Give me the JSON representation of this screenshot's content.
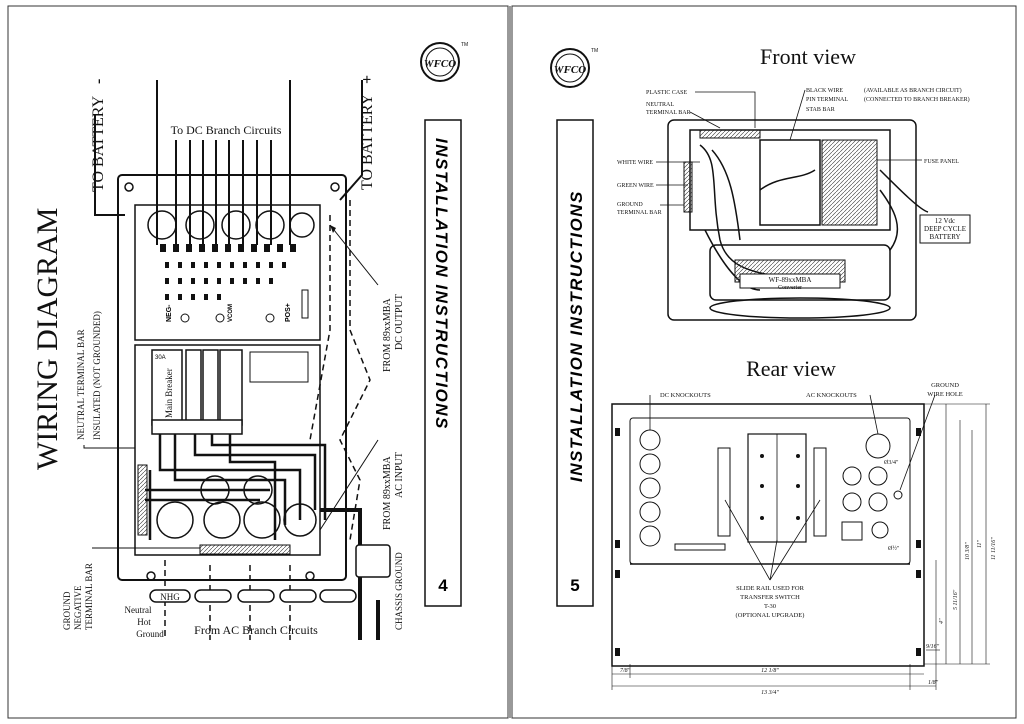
{
  "brand": {
    "logo_text": "WFCO",
    "tm": "TM"
  },
  "left_page": {
    "title": "WIRING DIAGRAM",
    "to_battery_neg": "TO BATTERY",
    "to_battery_pos": "TO BATTERY",
    "neg_sign": "-",
    "pos_sign": "+",
    "dc_branch_circuits": "To DC Branch Circuits",
    "neutral_terminal_bar": "NEUTRAL TERMINAL BAR",
    "insulated_note": "INSULATED (NOT GROUNDED)",
    "from_dc_output": "FROM 89xxMBA",
    "dc_output": "DC OUTPUT",
    "from_ac_input": "FROM 89xxMBA",
    "ac_input": "AC INPUT",
    "ground_bar_1": "GROUND",
    "ground_bar_2": "NEGATIVE",
    "ground_bar_3": "TERMINAL BAR",
    "neutral": "Neutral",
    "hot": "Hot",
    "ground": "Ground",
    "nhg": "NHG",
    "from_ac_branch": "From AC Branch Circuits",
    "chassis_ground": "CHASSIS GROUND",
    "main_breaker": "Main Breaker",
    "breaker_rating": "30A",
    "neg_label": "NEG-",
    "pos_label": "POS+",
    "vcom": "VCOM",
    "vertical_heading": "INSTALLATION INSTRUCTIONS",
    "page_number": "4"
  },
  "right_page": {
    "vertical_heading": "INSTALLATION INSTRUCTIONS",
    "page_number": "5",
    "front_view": {
      "title": "Front view",
      "plastic_case": "PLASTIC CASE",
      "neutral_bar_1": "NEUTRAL",
      "neutral_bar_2": "TERMINAL BAR",
      "black_wire": "BLACK WIRE",
      "available_note": "(AVAILABLE AS BRANCH CIRCUIT)",
      "pin_terminal": "PIN TERMINAL",
      "connected_note": "(CONNECTED TO BRANCH BREAKER)",
      "stab_bar": "STAB BAR",
      "white_wire": "WHITE WIRE",
      "green_wire": "GREEN WIRE",
      "ground_bar_1": "GROUND",
      "ground_bar_2": "TERMINAL BAR",
      "fuse_panel": "FUSE PANEL",
      "battery_1": "12 Vdc",
      "battery_2": "DEEP CYCLE",
      "battery_3": "BATTERY",
      "converter_1": "WF-89xxMBA",
      "converter_2": "Converter"
    },
    "rear_view": {
      "title": "Rear view",
      "dc_knockouts": "DC KNOCKOUTS",
      "ac_knockouts": "AC KNOCKOUTS",
      "ground_hole_1": "GROUND",
      "ground_hole_2": "WIRE HOLE",
      "slide_1": "SLIDE RAIL USED FOR",
      "slide_2": "TRANSFER SWITCH",
      "slide_3": "T-30",
      "slide_4": "(OPTIONAL UPGRADE)",
      "dia_a": "Ø3/4\"",
      "dia_b": "Ø½\"",
      "dim_1": "7/8\"",
      "dim_2": "12 1/8\"",
      "dim_3": "13 3/4\"",
      "dim_4": "1/8\"",
      "dim_5": "9/16\"",
      "dim_6": "4\"",
      "dim_7": "5 11/16\"",
      "dim_8": "10 3/8\"",
      "dim_9": "11\"",
      "dim_10": "11 11/16\""
    }
  }
}
